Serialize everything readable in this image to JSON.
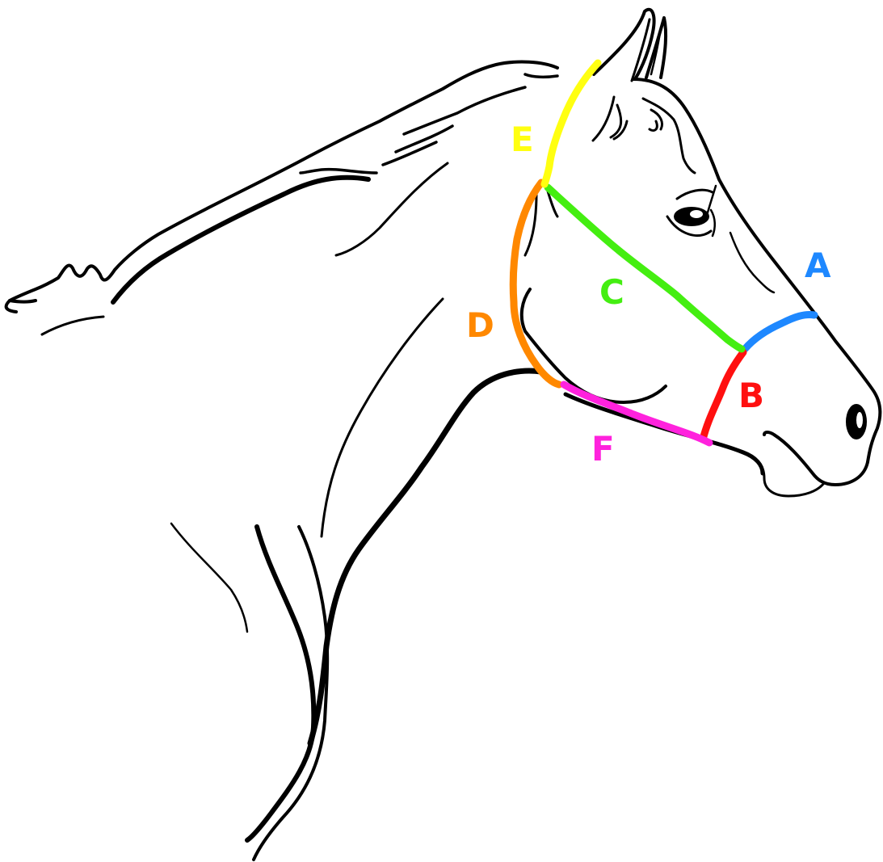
{
  "diagram": {
    "labels": [
      {
        "id": "A",
        "text": "A",
        "color": "#1e88ff"
      },
      {
        "id": "B",
        "text": "B",
        "color": "#ff1010"
      },
      {
        "id": "C",
        "text": "C",
        "color": "#44ee11"
      },
      {
        "id": "D",
        "text": "D",
        "color": "#ff8800"
      },
      {
        "id": "E",
        "text": "E",
        "color": "#ffff11"
      },
      {
        "id": "F",
        "text": "F",
        "color": "#ff22dd"
      }
    ]
  }
}
